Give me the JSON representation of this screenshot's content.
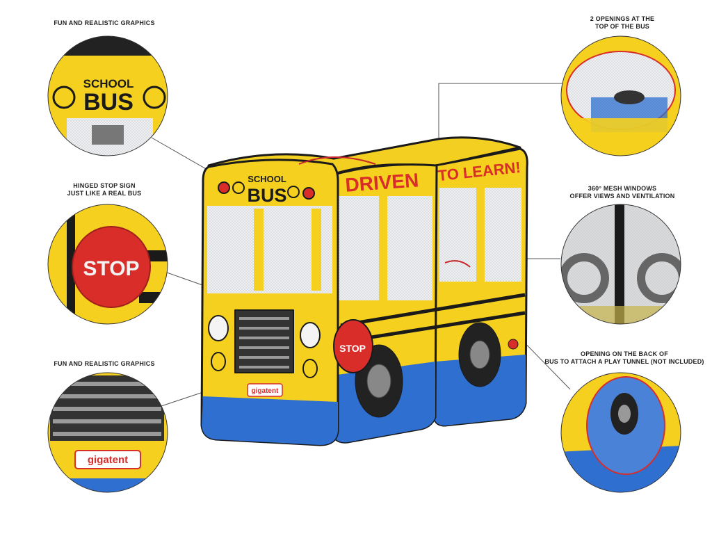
{
  "captions": {
    "graphics_top": "FUN AND REALISTIC GRAPHICS",
    "openings_top": [
      "2 OPENINGS AT THE",
      "TOP OF THE BUS"
    ],
    "stop_sign": [
      "HINGED STOP SIGN",
      "JUST LIKE A REAL BUS"
    ],
    "mesh_windows": [
      "360° MESH WINDOWS",
      "OFFER VIEWS AND VENTILATION"
    ],
    "graphics_bottom": "FUN AND REALISTIC GRAPHICS",
    "back_opening": [
      "OPENING ON THE BACK OF",
      "BUS TO ATTACH A PLAY TUNNEL (NOT INCLUDED)"
    ]
  },
  "bus_text": {
    "school": "SCHOOL",
    "bus": "BUS",
    "driven": "DRIVEN",
    "to_learn": "TO LEARN!",
    "stop": "STOP",
    "stop_side": "STOP",
    "brand": "gigatent"
  },
  "colors": {
    "bus_yellow": "#f5d01e",
    "bus_blue": "#2f6fd0",
    "stop_red": "#d92d2a",
    "outline": "#1a1a1a"
  }
}
